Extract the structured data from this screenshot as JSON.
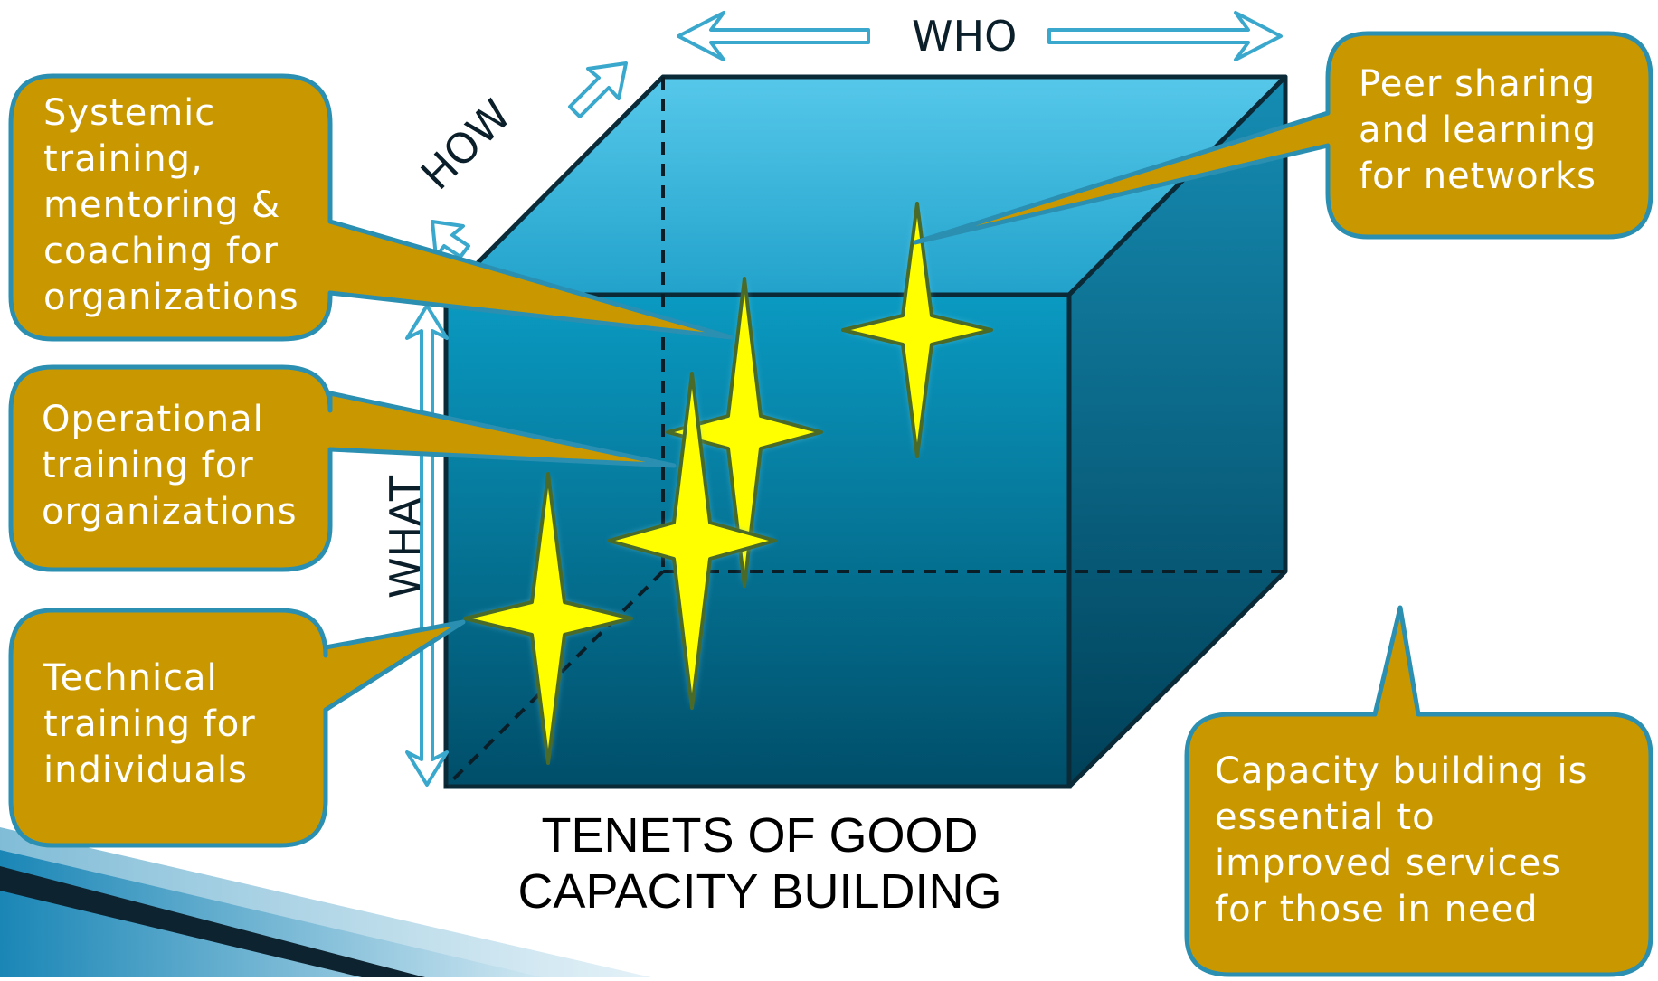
{
  "title": {
    "line1": "TENETS OF GOOD",
    "line2": "CAPACITY BUILDING"
  },
  "axes": {
    "who": "WHO",
    "how": "HOW",
    "what": "WHAT"
  },
  "callouts": {
    "systemic": "Systemic\ntraining,\nmentoring &\ncoaching for\norganizations",
    "operational": "Operational\ntraining for\norganizations",
    "technical": "Technical\ntraining for\nindividuals",
    "peer": "Peer sharing\nand learning\nfor networks",
    "essential": "Capacity building is\nessential to\nimproved services\nfor those in need"
  },
  "colors": {
    "callout_fill": "#c99800",
    "callout_border": "#2a8fb0",
    "cube_front_top": "#0a96bd",
    "cube_front_bottom": "#00506c",
    "star_fill": "#ffff00",
    "arrow": "#3aa8cc"
  }
}
